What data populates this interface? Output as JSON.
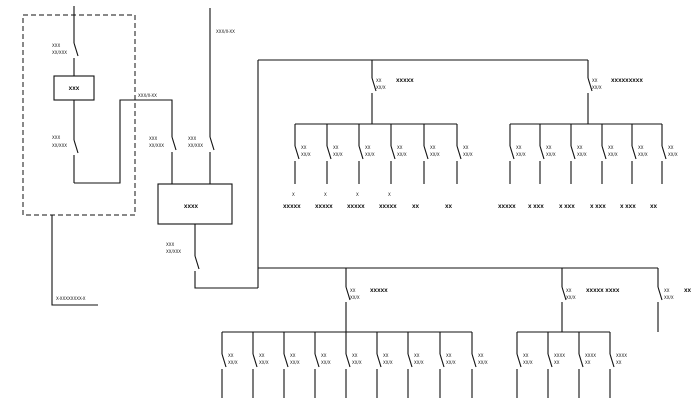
{
  "left_panel": {
    "top_breaker": {
      "rating": "XXX",
      "trip": "XX/XXX"
    },
    "meter_box": {
      "label": "XXX"
    },
    "bottom_breaker": {
      "rating": "XXX",
      "trip": "XX/XXX"
    },
    "tie_label": "XXX/X-XX",
    "outgoing_cable": "X-XXXXXXXX-X"
  },
  "incoming_feeder": {
    "label": "XXX/X-XX"
  },
  "transfer": {
    "breaker_a": {
      "rating": "XXX",
      "trip": "XX/XXX"
    },
    "breaker_b": {
      "rating": "XXX",
      "trip": "XX/XXX"
    },
    "ats_box": {
      "label": "XXXX"
    },
    "output_breaker": {
      "rating": "XXX",
      "trip": "XX/XXX"
    }
  },
  "upper_branches": [
    {
      "label": "XXXXX",
      "breaker": {
        "rating": "XX",
        "trip": "XX/X"
      },
      "feeders": [
        {
          "rating": "XX",
          "trip": "XX/X",
          "load": "XXXXX",
          "code": "X"
        },
        {
          "rating": "XX",
          "trip": "XX/X",
          "load": "XXXXX",
          "code": "X"
        },
        {
          "rating": "XX",
          "trip": "XX/X",
          "load": "XXXXX",
          "code": "X"
        },
        {
          "rating": "XX",
          "trip": "XX/X",
          "load": "XXXXX",
          "code": "X"
        },
        {
          "rating": "XX",
          "trip": "XX/X",
          "load": "XX",
          "code": ""
        },
        {
          "rating": "XX",
          "trip": "XX/X",
          "load": "XX",
          "code": ""
        }
      ]
    },
    {
      "label": "XXXXXXXXX",
      "breaker": {
        "rating": "XX",
        "trip": "XX/X"
      },
      "feeders": [
        {
          "rating": "XX",
          "trip": "XX/X",
          "load": "XXXXX",
          "code": ""
        },
        {
          "rating": "XX",
          "trip": "XX/X",
          "load": "X XXX",
          "code": ""
        },
        {
          "rating": "XX",
          "trip": "XX/X",
          "load": "X XXX",
          "code": ""
        },
        {
          "rating": "XX",
          "trip": "XX/X",
          "load": "X XXX",
          "code": ""
        },
        {
          "rating": "XX",
          "trip": "XX/X",
          "load": "X XXX",
          "code": ""
        },
        {
          "rating": "XX",
          "trip": "XX/X",
          "load": "XX",
          "code": ""
        }
      ]
    }
  ],
  "lower_branches": [
    {
      "label": "XXXXX",
      "breaker": {
        "rating": "XX",
        "trip": "XX/X"
      },
      "feeders": [
        {
          "rating": "XX",
          "trip": "XX/X"
        },
        {
          "rating": "XX",
          "trip": "XX/X"
        },
        {
          "rating": "XX",
          "trip": "XX/X"
        },
        {
          "rating": "XX",
          "trip": "XX/X"
        },
        {
          "rating": "XX",
          "trip": "XX/X"
        },
        {
          "rating": "XX",
          "trip": "XX/X"
        },
        {
          "rating": "XX",
          "trip": "XX/X"
        },
        {
          "rating": "XX",
          "trip": "XX/X"
        },
        {
          "rating": "XX",
          "trip": "XX/X"
        }
      ]
    },
    {
      "label": "XXXXX XXXX",
      "breaker": {
        "rating": "XX",
        "trip": "XX/X"
      },
      "feeders": [
        {
          "rating": "XX",
          "trip": "XX/X"
        },
        {
          "rating": "XXXX",
          "trip": "XX"
        },
        {
          "rating": "XXXX",
          "trip": "XX"
        },
        {
          "rating": "XXXX",
          "trip": "XX"
        }
      ]
    },
    {
      "label": "XX",
      "breaker": {
        "rating": "XX",
        "trip": "XX/X"
      },
      "feeders": []
    }
  ]
}
